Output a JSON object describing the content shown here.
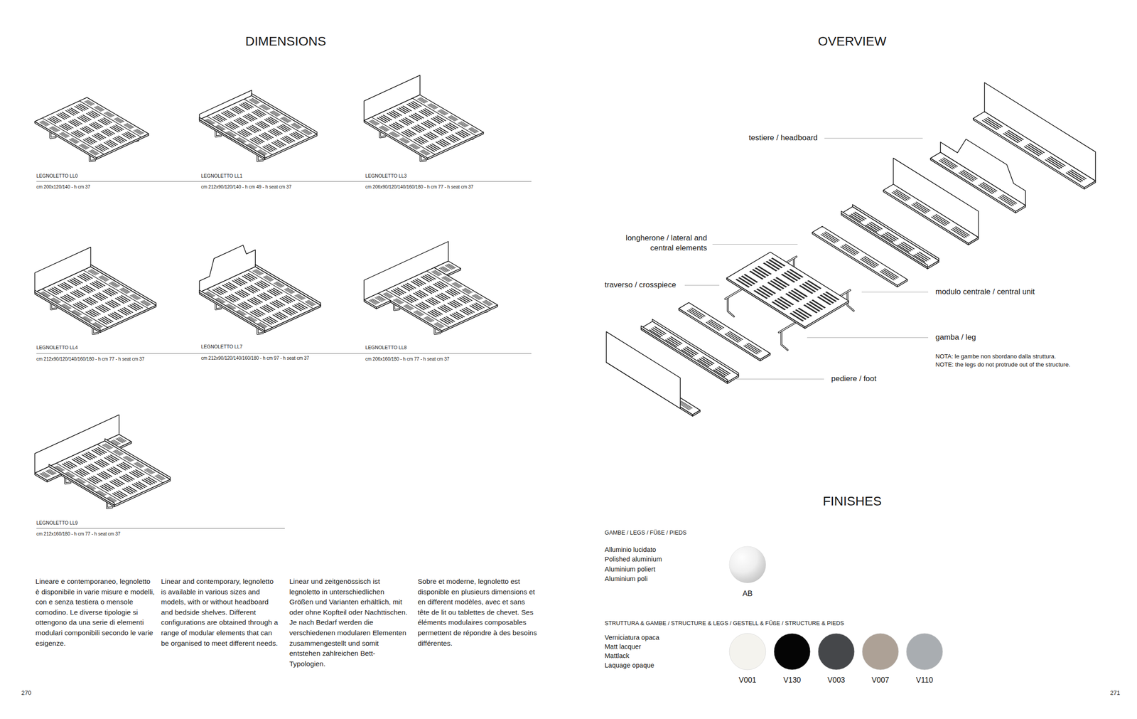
{
  "diagram": {
    "labels": [
      "DIMENSIONS",
      "LEGNOLETTO LL0",
      "cm 200x120/140 - h cm 37",
      "LEGNOLETTO LL1",
      "cm 212x90/120/140 - h cm 49 - h seat cm 37",
      "LEGNOLETTO LL3",
      "cm 206x90/120/140/160/180 - h cm 77 - h seat cm 37",
      "LEGNOLETTO LL4",
      "cm 212x90/120/140/160/180 - h cm 77 - h seat cm 37",
      "LEGNOLETTO LL7",
      "cm 212x90/120/140/160/180 - h cm 97 - h seat cm 37",
      "LEGNOLETTO LL8",
      "cm 206x160/180 - h cm 77 - h seat cm 37",
      "LEGNOLETTO LL9",
      "cm 212x160/180 - h cm 77 - h seat cm 37",
      "Lineare e contemporaneo, legnoletto è disponibile in varie misure e modelli, con e senza testiera o mensole comodino. Le diverse tipologie si ottengono da una serie di elementi modulari componibili secondo le varie esigenze.",
      "Linear and contemporary, legnoletto is available in various sizes and models, with or without headboard and bedside shelves. Different configurations are obtained through a range of modular elements that can be organised to meet different needs.",
      "Linear und zeitgenössisch ist legnoletto in unterschiedlichen Größen und Varianten erhältlich, mit oder ohne Kopfteil oder Nachttischen. Je nach Bedarf werden die verschiedenen modularen Elementen zusammengestellt und somit entstehen zahlreichen Bett-Typologien.",
      "Sobre et moderne, legnoletto est disponible en plusieurs dimensions et en different modèles, avec et sans tête de lit ou tablettes de chevet. Ses éléments modulaires composables permettent de répondre à des besoins différentes.",
      "270",
      "OVERVIEW",
      "testiere / headboard",
      "longherone / lateral and central elements",
      "traverso / crosspiece",
      "modulo centrale / central unit",
      "gamba / leg",
      "NOTA: le gambe non sbordano dalla struttura.",
      "NOTE: the legs do not protrude out of the structure.",
      "pediere / foot",
      "FINISHES",
      "GAMBE / LEGS / FÜßE / PIEDS",
      "Alluminio lucidato",
      "Polished aluminium",
      "Aluminium poliert",
      "Aluminium poli",
      "STRUTTURA & GAMBE / STRUCTURE & LEGS / GESTELL & FÜßE / STRUCTURE & PIEDS",
      "Verniciatura opaca",
      "Matt lacquer",
      "Mattlack",
      "Laquage opaque",
      "271"
    ],
    "legend": [
      {
        "text": "AB",
        "color": "#e4e4e4"
      },
      {
        "text": "V001",
        "color": "#f4f3ee"
      },
      {
        "text": "V130",
        "color": "#050505"
      },
      {
        "text": "V003",
        "color": "#45474a"
      },
      {
        "text": "V007",
        "color": "#ada196"
      },
      {
        "text": "V110",
        "color": "#a9adb1"
      }
    ]
  }
}
